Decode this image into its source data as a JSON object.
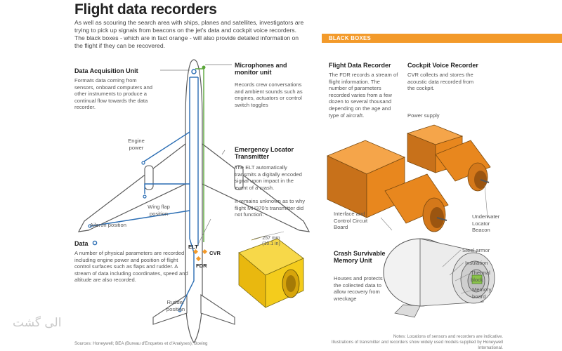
{
  "title": "Flight data recorders",
  "intro": "As well as scouring the search area with ships, planes and satellites, investigators are trying to pick up signals from beacons on the jet's data and cockpit voice recorders. The black boxes - which are in fact orange - will also provide detailed information on the flight if they can be recovered.",
  "dau": {
    "heading": "Data Acquisition Unit",
    "body": "Formats data coming from sensors, onboard computers and other instruments to produce a continual flow towards the data recorder."
  },
  "microphones": {
    "heading": "Microphones and monitor unit",
    "body": "Records crew conversations and ambient sounds such as engines, actuators or control switch toggles"
  },
  "elt_info": {
    "heading": "Emergency Locator Transmitter",
    "body1": "The ELT automatically transmits a digitally encoded signal upon impact in the event of a crash.",
    "body2": "It remains unknown as to why flight MH370's transmitter did not function."
  },
  "data_section": {
    "heading": "Data",
    "body": "A number of physical parameters are recorded including engine power and position of flight control surfaces such as flaps and rudder. A stream of data including coordinates, speed and altitude are also recorded."
  },
  "plane_labels": {
    "engine_power": "Engine power",
    "wing_flap": "Wing flap position",
    "aileron": "Aileron position",
    "rudder": "Rudder position",
    "elt": "ELT",
    "fdr": "FDR",
    "cvr": "CVR"
  },
  "dimensions": {
    "mm": "257 mm",
    "in": "(10.1 in)"
  },
  "black_boxes_label": "BLACK BOXES",
  "fdr_info": {
    "heading": "Flight Data Recorder",
    "body": "The FDR records a stream of flight information. The number of parameters recorded varies from a few dozen to several thousand depending on the age and type of aircraft."
  },
  "cvr_info": {
    "heading": "Cockpit Voice Recorder",
    "body": "CVR collects and stores the acoustic data recorded from the cockpit."
  },
  "recorder_labels": {
    "power_supply": "Power supply",
    "interface": "Interface and Control Circuit Board",
    "beacon": "Underwater Locator Beacon"
  },
  "csmu": {
    "heading": "Crash Survivable Memory Unit",
    "body": "Houses and protects the collected data to allow recovery from wreckage"
  },
  "layers": {
    "steel_armor": "Steel armor",
    "insulation": "Insulation",
    "thermal_block": "Thermal block",
    "memory_board": "Memory board"
  },
  "sources": "Sources: Honeywell; BEA (Bureau d'Enquetes et d'Analyses); Boeing",
  "notes_1": "Notes: Locations of sensors and recorders are indicative.",
  "notes_2": "Illustrations of transmitter and recorders show widely used models supplied by Honeywell International.",
  "watermark": "الی گشت",
  "colors": {
    "accent_orange": "#f39a2a",
    "line_blue": "#2a6db3",
    "line_green": "#5aa639",
    "box_orange": "#e8871e",
    "elt_yellow": "#f4cc1c"
  }
}
